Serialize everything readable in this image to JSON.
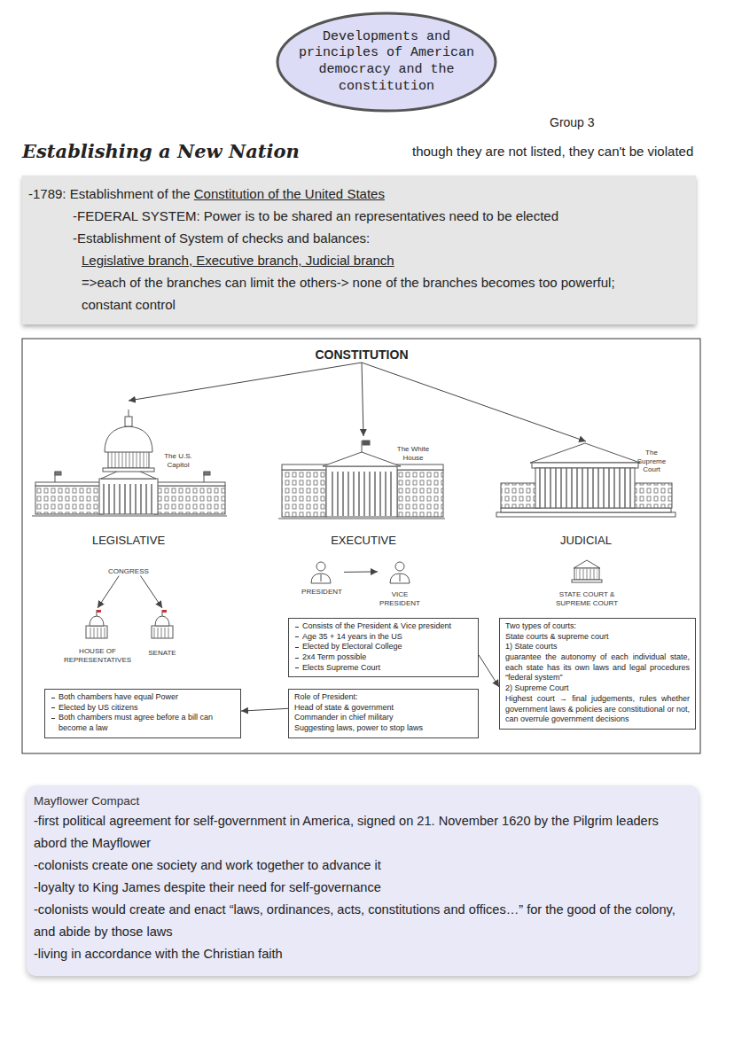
{
  "diagram": {
    "nodes": [
      {
        "text": [
          "Developments and principles of American democracy and the constitution"
        ]
      },
      {
        "text": [
          "-1789: Establishment of the",
          "Constitution of the United States",
          "-FEDERAL SYSTEM: Power is to be shared an representatives need to be elected",
          "-Establishment of System of checks and balances:",
          "Legislative branch, Executive branch, Judicial branch",
          "=>each of the branches can limit the others-> none of the branches becomes too powerful; constant control"
        ]
      },
      {
        "text": [
          "CONSTITUTION"
        ]
      },
      {
        "text": [
          "The U.S. Capitol",
          "LEGISLATIVE"
        ]
      },
      {
        "text": [
          "The White House",
          "EXECUTIVE"
        ]
      },
      {
        "text": [
          "The Supreme Court",
          "JUDICIAL"
        ]
      },
      {
        "text": [
          "CONGRESS"
        ]
      },
      {
        "text": [
          "HOUSE OF REPRESENTATIVES"
        ]
      },
      {
        "text": [
          "SENATE"
        ]
      },
      {
        "text": [
          "PRESIDENT"
        ]
      },
      {
        "text": [
          "VICE PRESIDENT"
        ]
      },
      {
        "text": [
          "STATE COURT & SUPREME COURT"
        ]
      },
      {
        "text": [
          "Consists of the President & Vice president",
          "Age 35 + 14 years in the US",
          "Elected by Electoral College",
          "2x4 Term possible",
          "Elects Supreme Court"
        ]
      },
      {
        "text": [
          "Role of President:",
          "Head of state & government",
          "Commander in chief military",
          "Suggesting laws, power to stop laws"
        ]
      },
      {
        "text": [
          "Both chambers have equal Power",
          "Elected by US citizens",
          "Both chambers must agree before a bill can become a law"
        ]
      },
      {
        "text": [
          "Two types of courts:",
          "State courts & supreme court",
          "1) State courts",
          "guarantee the autonomy of each individual state, each state has its own laws and legal procedures “federal system”",
          "2) Supreme Court",
          "Highest court → final judgements, rules whether government laws & policies are constitutional or not, can overrule government decisions"
        ]
      },
      {
        "text": [
          "Mayflower Compact",
          "-first political agreement for self-government in America, signed on 21. November 1620 by the Pilgrim leaders abord the Mayflower",
          "-colonists create one society and work together to advance it",
          "-loyalty to King James despite their need for self-governance",
          "-colonists would create and enact “laws, ordinances, acts, constitutions and offices…” for the good of the colony, and abide by those laws",
          "-living in accordance with the Christian faith"
        ]
      }
    ],
    "edges": [
      {
        "from": 2,
        "to": 3,
        "arrow": "to"
      },
      {
        "from": 2,
        "to": 4,
        "arrow": "to"
      },
      {
        "from": 2,
        "to": 5,
        "arrow": "to"
      },
      {
        "from": 6,
        "to": 7,
        "arrow": "to"
      },
      {
        "from": 6,
        "to": 8,
        "arrow": "to"
      },
      {
        "from": 9,
        "to": 10,
        "arrow": "to"
      },
      {
        "from": 12,
        "to": 15,
        "arrow": "to"
      },
      {
        "from": 13,
        "to": 14,
        "arrow": "to"
      }
    ],
    "labels": [
      "Group 3",
      "Establishing a New Nation",
      "though they are not listed, they can't be violated"
    ]
  }
}
